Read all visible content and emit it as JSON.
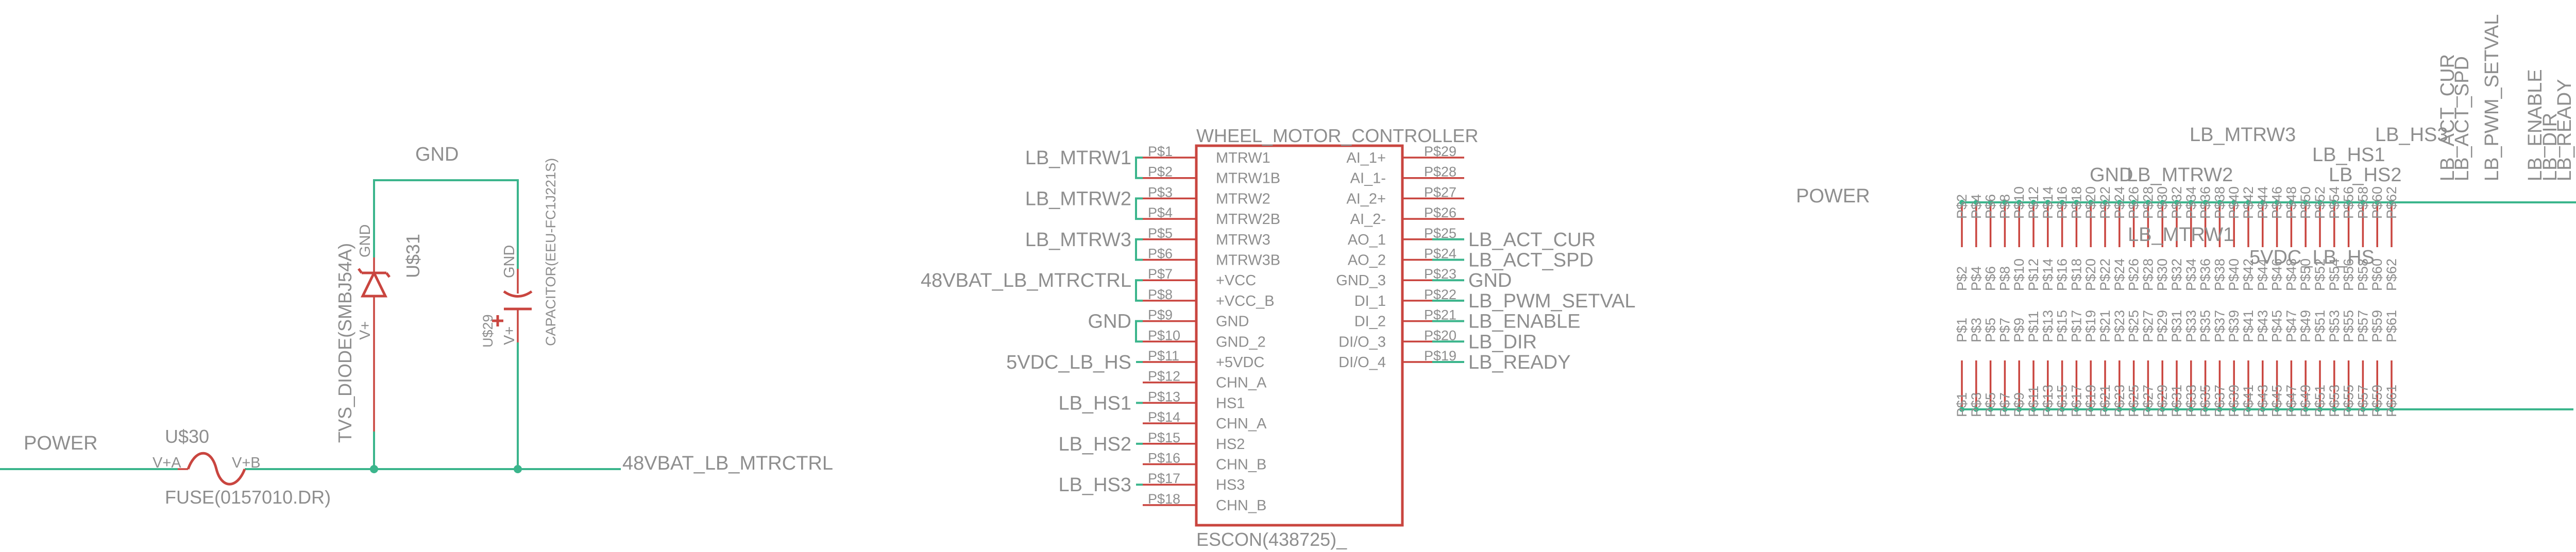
{
  "colors": {
    "net": "#3bb58c",
    "symbol": "#c9453f",
    "text": "#8e8e8e"
  },
  "power_section": {
    "power_label": "POWER",
    "gnd_label": "GND",
    "net_48v": "48VBAT_LB_MTRCTRL",
    "fuse": {
      "ref": "U$30",
      "value": "FUSE(0157010.DR)",
      "pin_a": "V+A",
      "pin_b": "V+B"
    },
    "tvs": {
      "ref": "U$31",
      "value": "TVS_DIODE(SMBJ54A)",
      "pin_gnd": "GND",
      "pin_vp": "V+"
    },
    "cap": {
      "ref": "U$29",
      "value": "CAPACITOR(EEU-FC1J221S)",
      "pin_gnd": "GND",
      "pin_vp": "V+"
    }
  },
  "controller": {
    "title": "WHEEL_MOTOR_CONTROLLER",
    "value": "ESCON(438725)_",
    "left_pins": [
      {
        "num": "P$1",
        "name": "MTRW1"
      },
      {
        "num": "P$2",
        "name": "MTRW1B"
      },
      {
        "num": "P$3",
        "name": "MTRW2"
      },
      {
        "num": "P$4",
        "name": "MTRW2B"
      },
      {
        "num": "P$5",
        "name": "MTRW3"
      },
      {
        "num": "P$6",
        "name": "MTRW3B"
      },
      {
        "num": "P$7",
        "name": "+VCC"
      },
      {
        "num": "P$8",
        "name": "+VCC_B"
      },
      {
        "num": "P$9",
        "name": "GND"
      },
      {
        "num": "P$10",
        "name": "GND_2"
      },
      {
        "num": "P$11",
        "name": "+5VDC"
      },
      {
        "num": "P$12",
        "name": "CHN_A"
      },
      {
        "num": "P$13",
        "name": "HS1"
      },
      {
        "num": "P$14",
        "name": "CHN_A"
      },
      {
        "num": "P$15",
        "name": "HS2"
      },
      {
        "num": "P$16",
        "name": "CHN_B"
      },
      {
        "num": "P$17",
        "name": "HS3"
      },
      {
        "num": "P$18",
        "name": "CHN_B"
      }
    ],
    "right_pins": [
      {
        "num": "P$29",
        "name": "AI_1+",
        "net": ""
      },
      {
        "num": "P$28",
        "name": "AI_1-",
        "net": ""
      },
      {
        "num": "P$27",
        "name": "AI_2+",
        "net": ""
      },
      {
        "num": "P$26",
        "name": "AI_2-",
        "net": ""
      },
      {
        "num": "P$25",
        "name": "AO_1",
        "net": "LB_ACT_CUR"
      },
      {
        "num": "P$24",
        "name": "AO_2",
        "net": "LB_ACT_SPD"
      },
      {
        "num": "P$23",
        "name": "GND_3",
        "net": "GND"
      },
      {
        "num": "P$22",
        "name": "DI_1",
        "net": "LB_PWM_SETVAL"
      },
      {
        "num": "P$21",
        "name": "DI_2",
        "net": "LB_ENABLE"
      },
      {
        "num": "P$20",
        "name": "DI/O_3",
        "net": "LB_DIR"
      },
      {
        "num": "P$19",
        "name": "DI/O_4",
        "net": "LB_READY"
      }
    ],
    "left_nets": [
      {
        "label": "LB_MTRW1"
      },
      {
        "label": "LB_MTRW2"
      },
      {
        "label": "LB_MTRW3"
      },
      {
        "label": "48VBAT_LB_MTRCTRL"
      },
      {
        "label": "GND"
      },
      {
        "label": "5VDC_LB_HS"
      },
      {
        "label": "LB_HS1"
      },
      {
        "label": "LB_HS2"
      },
      {
        "label": "LB_HS3"
      }
    ]
  },
  "header": {
    "power_label": "POWER",
    "top_pins": [
      "P$2",
      "P$4",
      "P$6",
      "P$8",
      "P$10",
      "P$12",
      "P$14",
      "P$16",
      "P$18",
      "P$20",
      "P$22",
      "P$24",
      "P$26",
      "P$28",
      "P$30",
      "P$32",
      "P$34",
      "P$36",
      "P$38",
      "P$40",
      "P$42",
      "P$44",
      "P$46",
      "P$48",
      "P$50",
      "P$52",
      "P$54",
      "P$56",
      "P$58",
      "P$60",
      "P$62"
    ],
    "bottom_pins": [
      "P$1",
      "P$3",
      "P$5",
      "P$7",
      "P$9",
      "P$11",
      "P$13",
      "P$15",
      "P$17",
      "P$19",
      "P$21",
      "P$23",
      "P$25",
      "P$27",
      "P$29",
      "P$31",
      "P$33",
      "P$35",
      "P$37",
      "P$39",
      "P$41",
      "P$43",
      "P$45",
      "P$47",
      "P$49",
      "P$51",
      "P$53",
      "P$55",
      "P$57",
      "P$59",
      "P$61"
    ],
    "net_labels": [
      {
        "text": "GND"
      },
      {
        "text": "LB_MTRW1"
      },
      {
        "text": "LB_MTRW2"
      },
      {
        "text": "LB_MTRW3"
      },
      {
        "text": "5VDC_LB_HS"
      },
      {
        "text": "LB_HS1"
      },
      {
        "text": "LB_HS2"
      },
      {
        "text": "LB_HS3"
      },
      {
        "text": "LB_ACT_CUR"
      },
      {
        "text": "LB_ACT_SPD"
      },
      {
        "text": "LB_PWM_SETVAL"
      },
      {
        "text": "LB_ENABLE"
      },
      {
        "text": "LB_DIR"
      },
      {
        "text": "LB_READY"
      }
    ]
  }
}
